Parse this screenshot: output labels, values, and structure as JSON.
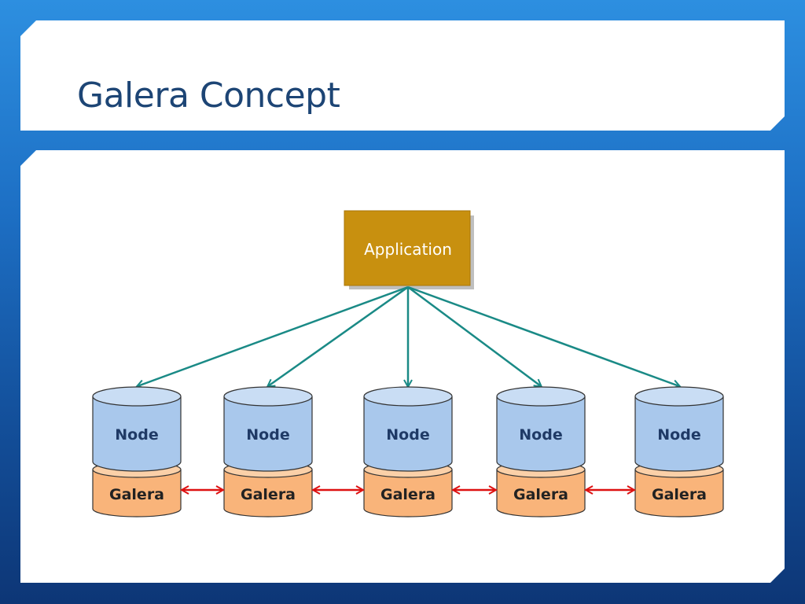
{
  "slide": {
    "title": "Galera Concept"
  },
  "diagram": {
    "application": {
      "label": "Application"
    },
    "nodes": [
      {
        "db_label": "Node",
        "layer_label": "Galera"
      },
      {
        "db_label": "Node",
        "layer_label": "Galera"
      },
      {
        "db_label": "Node",
        "layer_label": "Galera"
      },
      {
        "db_label": "Node",
        "layer_label": "Galera"
      },
      {
        "db_label": "Node",
        "layer_label": "Galera"
      }
    ]
  },
  "colors": {
    "background": "#1d6fc4",
    "title": "#1d4575",
    "application_box": "#c8900f",
    "node_cylinder": "#a9c8ec",
    "galera_cylinder": "#f9b47a",
    "app_arrows": "#1a8a86",
    "replication_arrows": "#dd1111"
  }
}
